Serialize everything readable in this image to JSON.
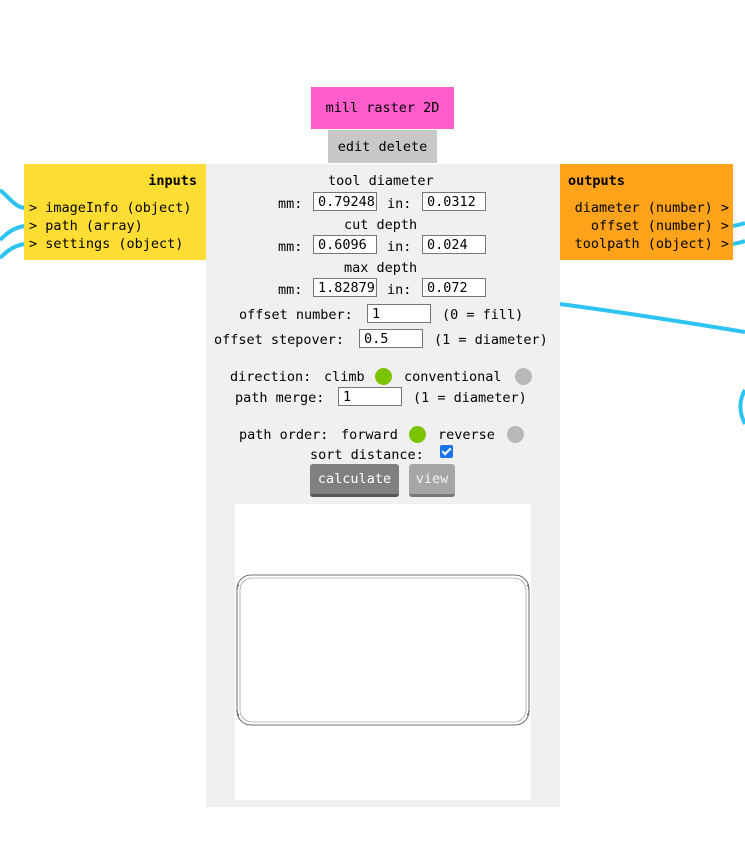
{
  "module": {
    "title": "mill raster 2D",
    "edit_label": "edit",
    "delete_label": "delete"
  },
  "inputs": {
    "heading": "inputs",
    "ports": [
      "> imageInfo (object)",
      "> path (array)",
      "> settings (object)"
    ]
  },
  "outputs": {
    "heading": "outputs",
    "ports": [
      "diameter (number) >",
      "offset (number) >",
      "toolpath (object) >"
    ]
  },
  "settings": {
    "tool_diameter": {
      "label": "tool diameter",
      "mm_label": "mm:",
      "in_label": "in:",
      "mm": "0.79248",
      "in": "0.0312"
    },
    "cut_depth": {
      "label": "cut depth",
      "mm_label": "mm:",
      "in_label": "in:",
      "mm": "0.6096",
      "in": "0.024"
    },
    "max_depth": {
      "label": "max depth",
      "mm_label": "mm:",
      "in_label": "in:",
      "mm": "1.82879",
      "in": "0.072"
    },
    "offset_number": {
      "label": "offset number:",
      "value": "1",
      "hint": "(0 = fill)"
    },
    "offset_stepover": {
      "label": "offset stepover:",
      "value": "0.5",
      "hint": "(1 = diameter)"
    },
    "direction": {
      "label": "direction:",
      "option_a": "climb",
      "option_b": "conventional",
      "selected": "climb"
    },
    "path_merge": {
      "label": "path merge:",
      "value": "1",
      "hint": "(1 = diameter)"
    },
    "path_order": {
      "label": "path order:",
      "option_a": "forward",
      "option_b": "reverse",
      "selected": "forward"
    },
    "sort_distance": {
      "label": "sort distance:",
      "checked": true
    }
  },
  "buttons": {
    "calculate": "calculate",
    "view": "view"
  },
  "colors": {
    "title_bg": "#ff5ccc",
    "inputs_bg": "#ffdd33",
    "outputs_bg": "#ffa31a",
    "panel_bg": "#f0f0f0",
    "wire": "#2ec4f2",
    "selected_radio": "#7cc400",
    "unselected_radio": "#b8b8b8",
    "calculate_bg": "#808080",
    "view_bg": "#a6a6a6"
  }
}
